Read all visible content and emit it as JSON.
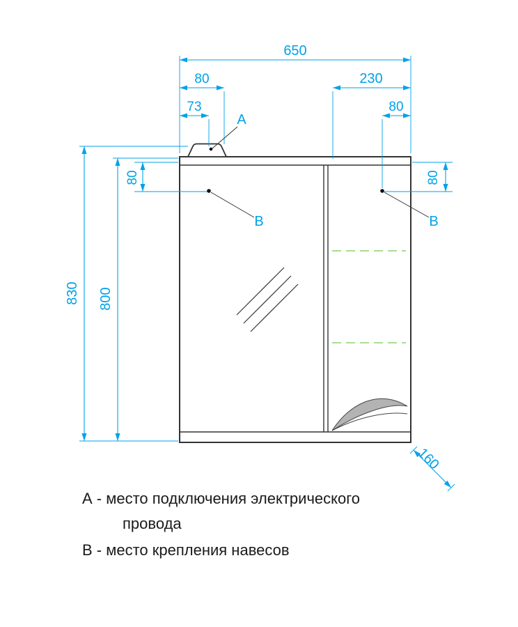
{
  "drawing": {
    "dims": {
      "total_width": "650",
      "top_left_80": "80",
      "top_left_73": "73",
      "door_width_230": "230",
      "top_right_80": "80",
      "side_left_80": "80",
      "side_right_80": "80",
      "overall_height_830": "830",
      "body_height_800": "800",
      "depth_160": "160"
    },
    "callouts": {
      "a": "А",
      "b_left": "В",
      "b_right": "В"
    },
    "legend": {
      "line1": "А - место подключения электрического",
      "line2": "провода",
      "line3": "В - место крепления навесов"
    },
    "colors": {
      "dimension": "#00a2e8",
      "shelf_dash": "#8fd06e",
      "outline": "#333333",
      "handle_fill": "#b3b3b3"
    }
  }
}
